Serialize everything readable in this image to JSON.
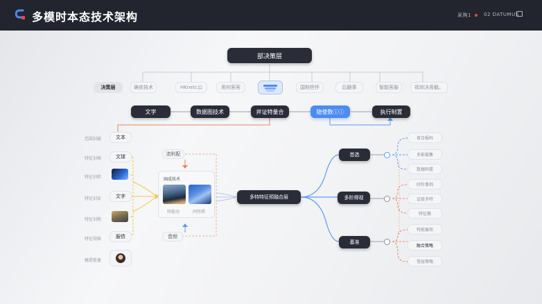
{
  "header": {
    "title": "多模时本态技术架构",
    "right_text_1": "采购1",
    "right_text_2": "02 DATUMUS",
    "accent": "#e5484d",
    "logo_color": "#4d8bf0"
  },
  "top": {
    "root": "部决策层",
    "layer_label": "决策层",
    "pills": [
      "确依技术",
      "HKnetc公",
      "用何客客",
      "",
      "国粉担怀",
      "后翻事",
      "智能客服",
      "视圳决周截。"
    ]
  },
  "mid_row": [
    "文字",
    "数据图技术",
    "并证特量合",
    "隐使数ⓘⓘ",
    "执行制置"
  ],
  "left_column": {
    "items": [
      {
        "label": "范围训输",
        "value": "文本"
      },
      {
        "label": "特征训格",
        "value": "文球"
      },
      {
        "label": "特征训检",
        "value": ""
      },
      {
        "label": "特征训安",
        "value": "文字"
      },
      {
        "label": "特征训税",
        "value": ""
      },
      {
        "label": "特征视格",
        "value": "服债"
      },
      {
        "label": "糖是数量",
        "value": ""
      }
    ]
  },
  "center": {
    "top_label": "流利配",
    "card_title": "国成技术",
    "thumb_labels": [
      "特能动",
      "同特质"
    ],
    "bottom_label": "音频",
    "main_node": "多特特征预融合层"
  },
  "right": {
    "groups": [
      {
        "node": "首选",
        "items": [
          "首合报码",
          "多影报集",
          "数据码楼"
        ]
      },
      {
        "node": "多阶得视",
        "items": [
          "好阶事例",
          "证层多特",
          "特征赛"
        ]
      },
      {
        "node": "基准",
        "items": [
          "特能展项",
          "融合策略",
          "答层策略"
        ]
      }
    ]
  },
  "colors": {
    "dark_node": "#2a2d38",
    "blue_node": "#4d8bf0",
    "yellow_line": "#f2c94c",
    "orange_line": "#e8845c",
    "blue_line": "#5b9af0"
  }
}
